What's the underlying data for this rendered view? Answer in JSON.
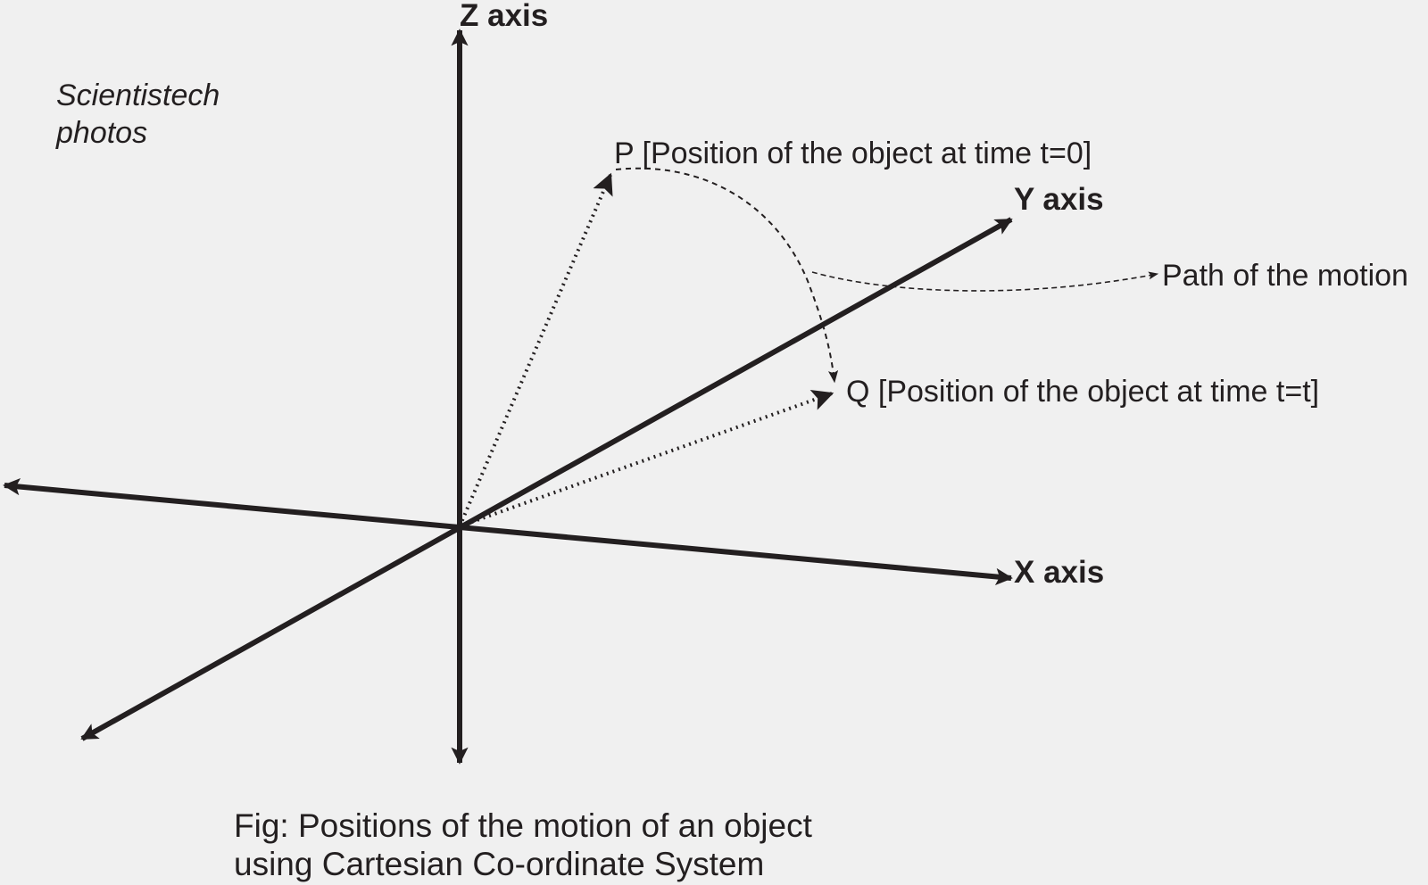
{
  "watermark": {
    "line1": "Scientistech",
    "line2": "photos"
  },
  "axes": {
    "z_label": "Z axis",
    "y_label": "Y axis",
    "x_label": "X axis"
  },
  "points": {
    "p_label": "P [Position of the object at time t=0]",
    "q_label": "Q [Position of the object at time t=t]"
  },
  "path_label": "Path of the motion",
  "caption": {
    "line1": "Fig: Positions of the motion of an object",
    "line2": "using Cartesian Co-ordinate System"
  },
  "colors": {
    "background": "#f0f0f0",
    "ink": "#231f20"
  }
}
